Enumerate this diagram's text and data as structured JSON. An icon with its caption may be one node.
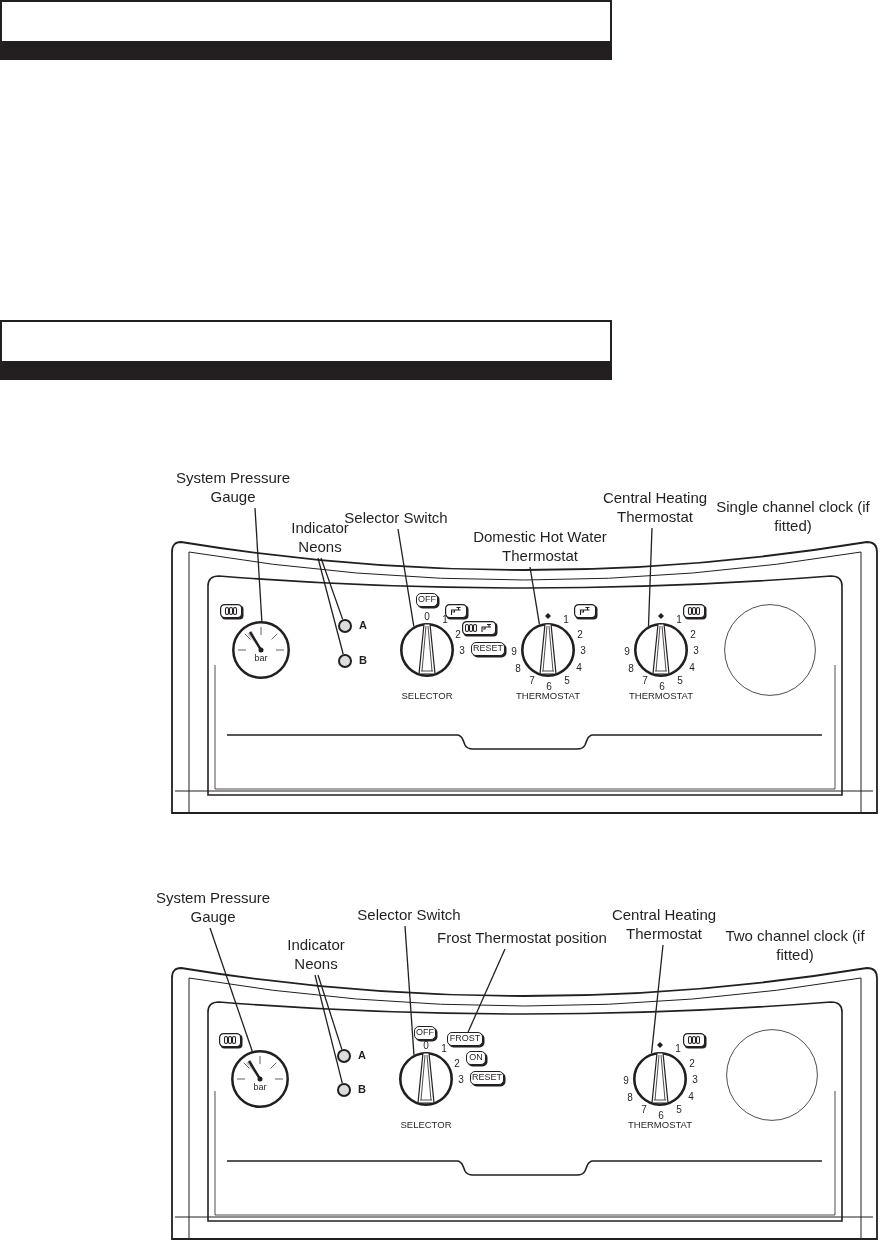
{
  "diagram": {
    "nodes": [
      {
        "text": [
          "System Pressure Gauge"
        ]
      },
      {
        "text": [
          "Indicator Neons"
        ]
      },
      {
        "text": [
          "Selector Switch"
        ]
      },
      {
        "text": [
          "Domestic Hot Water Thermostat"
        ]
      },
      {
        "text": [
          "Central Heating Thermostat"
        ]
      },
      {
        "text": [],
        "shape": "box"
      },
      {
        "text": [
          "bar"
        ],
        "in": 5
      },
      {
        "text": [],
        "shape": "circle",
        "in": 5,
        "beside": [
          "A"
        ]
      },
      {
        "text": [],
        "shape": "circle",
        "in": 5,
        "beside": [
          "B"
        ]
      },
      {
        "text": [],
        "shape": "circle",
        "in": 5,
        "beside": [
          "SELECTOR"
        ]
      },
      {
        "text": [
          "OFF"
        ],
        "in": 5
      },
      {
        "text": [
          "RESET"
        ],
        "in": 5
      },
      {
        "text": [],
        "shape": "circle",
        "in": 5,
        "beside": [
          "THERMOSTAT"
        ]
      },
      {
        "text": [],
        "shape": "circle",
        "in": 5,
        "beside": [
          "THERMOSTAT"
        ]
      },
      {
        "text": [],
        "shape": "circle",
        "in": 5
      },
      {
        "text": [
          "System Pressure Gauge"
        ]
      },
      {
        "text": [
          "Indicator Neons"
        ]
      },
      {
        "text": [
          "Selector Switch"
        ]
      },
      {
        "text": [
          "Frost Thermostat position"
        ]
      },
      {
        "text": [
          "Central Heating Thermostat"
        ]
      },
      {
        "text": [],
        "shape": "box"
      },
      {
        "text": [
          "bar"
        ],
        "in": 20
      },
      {
        "text": [],
        "shape": "circle",
        "in": 20,
        "beside": [
          "A"
        ]
      },
      {
        "text": [],
        "shape": "circle",
        "in": 20,
        "beside": [
          "B"
        ]
      },
      {
        "text": [],
        "shape": "circle",
        "in": 20,
        "beside": [
          "SELECTOR"
        ]
      },
      {
        "text": [
          "OFF"
        ],
        "in": 20
      },
      {
        "text": [
          "FROST"
        ],
        "in": 20
      },
      {
        "text": [
          "ON"
        ],
        "in": 20
      },
      {
        "text": [
          "RESET"
        ],
        "in": 20
      },
      {
        "text": [],
        "shape": "circle",
        "in": 20,
        "beside": [
          "THERMOSTAT"
        ]
      },
      {
        "text": [],
        "shape": "circle",
        "in": 20
      }
    ],
    "edges": [
      {
        "from": 0,
        "to": 6,
        "arrow": "none"
      },
      {
        "from": 1,
        "to": 7,
        "arrow": "none"
      },
      {
        "from": 1,
        "to": 8,
        "arrow": "none"
      },
      {
        "from": 2,
        "to": 9,
        "arrow": "none"
      },
      {
        "from": 3,
        "to": 12,
        "arrow": "none"
      },
      {
        "from": 4,
        "to": 13,
        "arrow": "none"
      },
      {
        "from": 15,
        "to": 21,
        "arrow": "none"
      },
      {
        "from": 16,
        "to": 22,
        "arrow": "none"
      },
      {
        "from": 16,
        "to": 23,
        "arrow": "none"
      },
      {
        "from": 17,
        "to": 24,
        "arrow": "none"
      },
      {
        "from": 18,
        "to": 26,
        "arrow": "none"
      },
      {
        "from": 19,
        "to": 29,
        "arrow": "none"
      }
    ],
    "labels": [
      "0",
      "1",
      "2",
      "3",
      "1",
      "2",
      "3",
      "4",
      "5",
      "6",
      "7",
      "8",
      "9",
      "1",
      "2",
      "3",
      "4",
      "5",
      "6",
      "7",
      "8",
      "9",
      "0",
      "1",
      "2",
      "3",
      "1",
      "2",
      "3",
      "4",
      "5",
      "6",
      "7",
      "8",
      "9",
      "Single channel clock (if fitted)",
      "Two channel clock (if fitted)"
    ]
  }
}
